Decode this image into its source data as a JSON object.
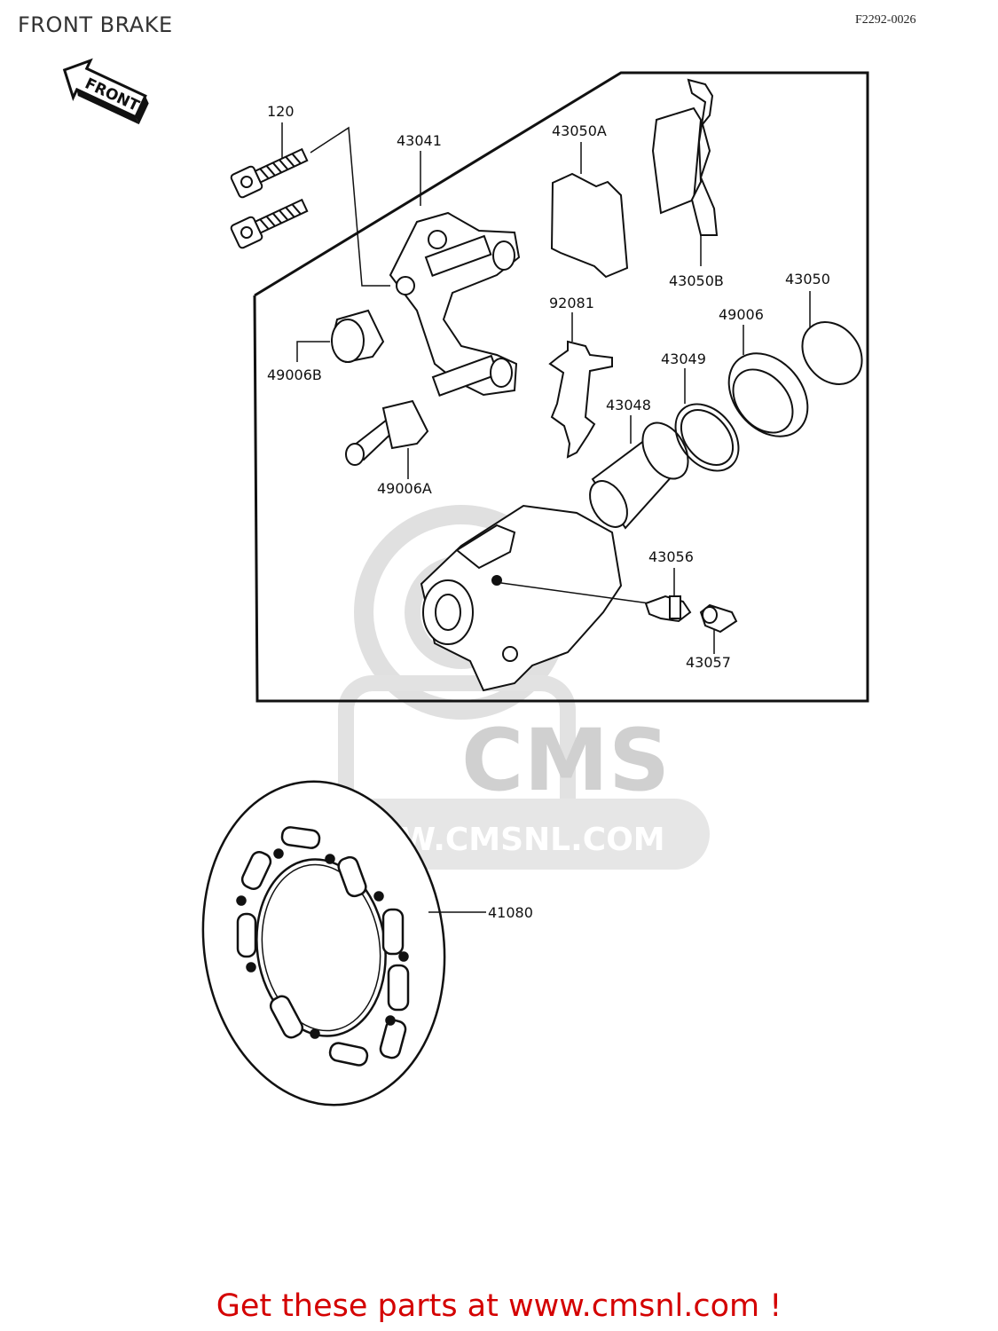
{
  "header": {
    "title": "FRONT BRAKE",
    "code": "F2292-0026"
  },
  "front_arrow": {
    "label": "FRONT"
  },
  "watermark": {
    "brand": "CMS",
    "url": "WWW.CMSNL.COM"
  },
  "parts": [
    {
      "id": "120"
    },
    {
      "id": "43041"
    },
    {
      "id": "43050A"
    },
    {
      "id": "43050B"
    },
    {
      "id": "43050"
    },
    {
      "id": "92081"
    },
    {
      "id": "49006"
    },
    {
      "id": "43049"
    },
    {
      "id": "49006B"
    },
    {
      "id": "43048"
    },
    {
      "id": "49006A"
    },
    {
      "id": "43056"
    },
    {
      "id": "43057"
    },
    {
      "id": "41080"
    }
  ],
  "footer": {
    "text": "Get these parts at www.cmsnl.com !"
  },
  "colors": {
    "footer": "#d40000",
    "line": "#111111",
    "watermark": "#d8d8d8"
  }
}
